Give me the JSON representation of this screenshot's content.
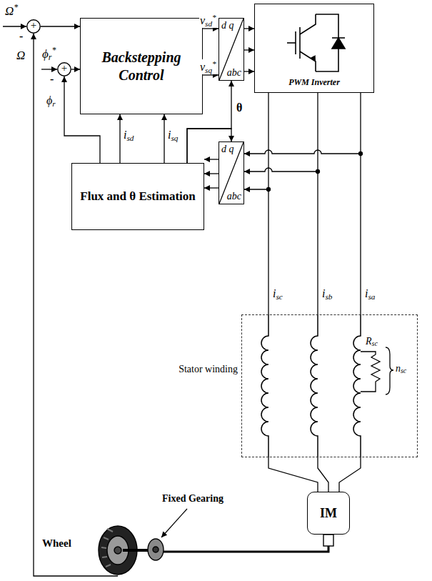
{
  "diagram": {
    "nodes": [
      {
        "text": [
          "+",
          "-"
        ]
      },
      {
        "text": [
          "+",
          "-"
        ]
      },
      {
        "text": [
          "Backstepping Control"
        ]
      },
      {
        "text": [
          "d q",
          "abc"
        ]
      },
      {
        "text": [
          "PWM Inverter"
        ]
      },
      {
        "text": [
          "Flux and θ Estimation"
        ]
      },
      {
        "text": [
          "d q",
          "abc"
        ]
      },
      {
        "text": [
          "Stator winding"
        ]
      },
      {
        "text": [
          "IM"
        ]
      }
    ],
    "edges": [
      {
        "from": 0,
        "to": 2,
        "arrow": "to"
      },
      {
        "from": 1,
        "to": 2,
        "arrow": "to"
      },
      {
        "from": 2,
        "to": 3,
        "arrow": "to",
        "label": "vsd*"
      },
      {
        "from": 2,
        "to": 3,
        "arrow": "to",
        "label": "vsq*"
      },
      {
        "from": 3,
        "to": 4,
        "arrow": "to"
      },
      {
        "from": 3,
        "to": 4,
        "arrow": "to"
      },
      {
        "from": 3,
        "to": 4,
        "arrow": "to"
      },
      {
        "from": 5,
        "to": 2,
        "arrow": "to",
        "label": "isd"
      },
      {
        "from": 5,
        "to": 2,
        "arrow": "to",
        "label": "isq"
      },
      {
        "from": 5,
        "to": 1,
        "arrow": "to",
        "label": "ϕr"
      },
      {
        "from": 5,
        "to": 3,
        "arrow": "to",
        "label": "θ"
      },
      {
        "from": 5,
        "to": 6,
        "arrow": "to"
      },
      {
        "from": 6,
        "to": 5,
        "arrow": "to"
      },
      {
        "from": 6,
        "to": 5,
        "arrow": "to"
      },
      {
        "from": 6,
        "to": 5,
        "arrow": "to"
      },
      {
        "from": 4,
        "to": 7,
        "arrow": "none",
        "label": "isc"
      },
      {
        "from": 4,
        "to": 7,
        "arrow": "none",
        "label": "isb"
      },
      {
        "from": 4,
        "to": 7,
        "arrow": "none",
        "label": "isa"
      },
      {
        "from": 7,
        "to": 8,
        "arrow": "none"
      },
      {
        "from": 7,
        "to": 8,
        "arrow": "none"
      },
      {
        "from": 7,
        "to": 8,
        "arrow": "none"
      }
    ],
    "labels": [
      "Ω*",
      "ϕr*",
      "Ω",
      "Rsc",
      "nsc",
      "Fixed Gearing",
      "Wheel"
    ]
  }
}
